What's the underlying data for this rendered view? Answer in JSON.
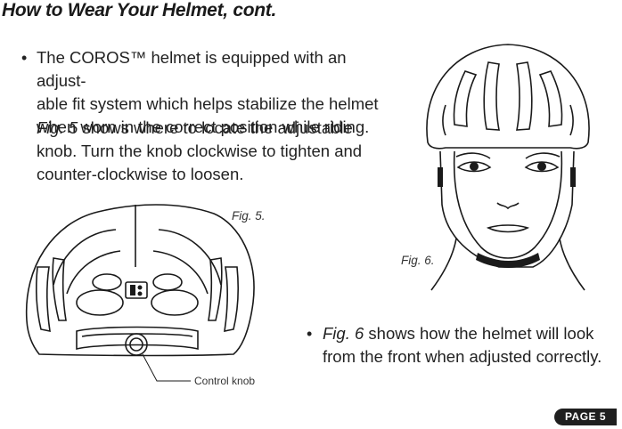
{
  "page": {
    "title": "How to Wear Your Helmet, cont.",
    "page_badge": "PAGE 5"
  },
  "section1": {
    "bullet": "•",
    "line1": "The COROS™ helmet is equipped with an adjust-",
    "line2": "able fit system which helps stabilize the helmet",
    "line3": "when worn in the correct position while riding.",
    "fig_ref": "Fig. 5",
    "line4_rest": " shows where to locate the adjustable",
    "line5": "knob. Turn the knob clockwise to tighten and",
    "line6": "counter-clockwise to loosen."
  },
  "figure5": {
    "label": "Fig. 5.",
    "callout": "Control knob"
  },
  "figure6": {
    "label": "Fig. 6."
  },
  "section2": {
    "bullet": "•",
    "fig_ref": "Fig. 6",
    "line1_rest": " shows how the helmet will look",
    "line2": "from the front when adjusted correctly."
  }
}
